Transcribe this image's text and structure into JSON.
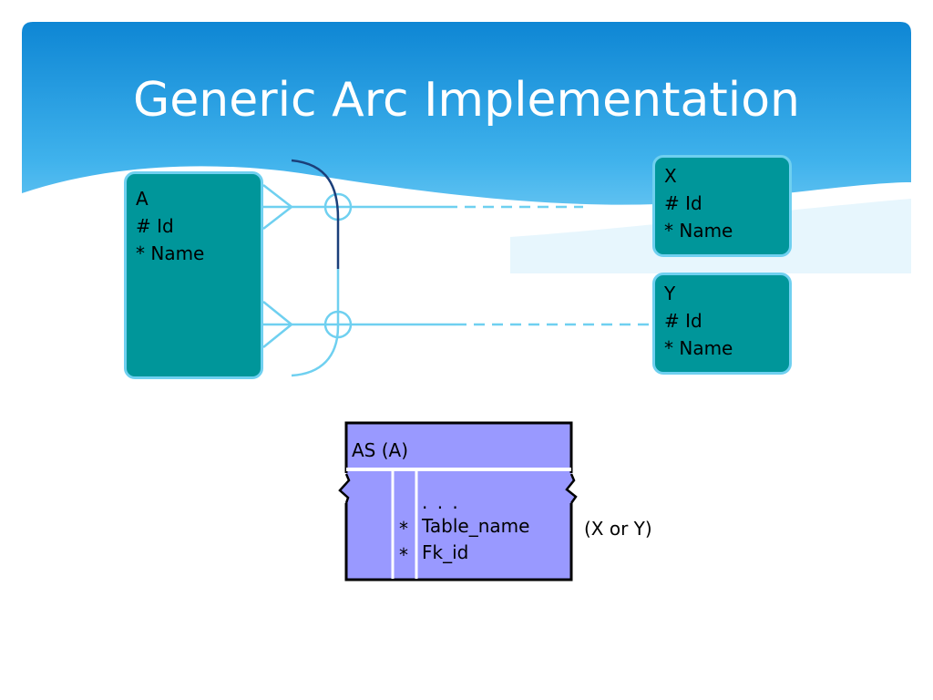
{
  "slide": {
    "title": "Generic Arc Implementation"
  },
  "entities": [
    {
      "id": "A",
      "name": "A",
      "attributes": [
        "# Id",
        "* Name"
      ]
    },
    {
      "id": "X",
      "name": "X",
      "attributes": [
        "# Id",
        "* Name"
      ]
    },
    {
      "id": "Y",
      "name": "Y",
      "attributes": [
        "# Id",
        "* Name"
      ]
    }
  ],
  "table": {
    "title": "AS (A)",
    "ellipsis": ". . .",
    "rows": [
      {
        "marker": "*",
        "column": "Table_name"
      },
      {
        "marker": "*",
        "column": "Fk_id"
      }
    ],
    "note": "(X or Y)"
  },
  "colors": {
    "header_top": "#0E86D4",
    "header_bottom": "#7FD4F8",
    "entity_fill": "#00969A",
    "entity_border": "#6FD0F0",
    "relationship_line": "#6FD0F0",
    "arc_line": "#1B3F7A",
    "table_fill": "#9999FF"
  }
}
